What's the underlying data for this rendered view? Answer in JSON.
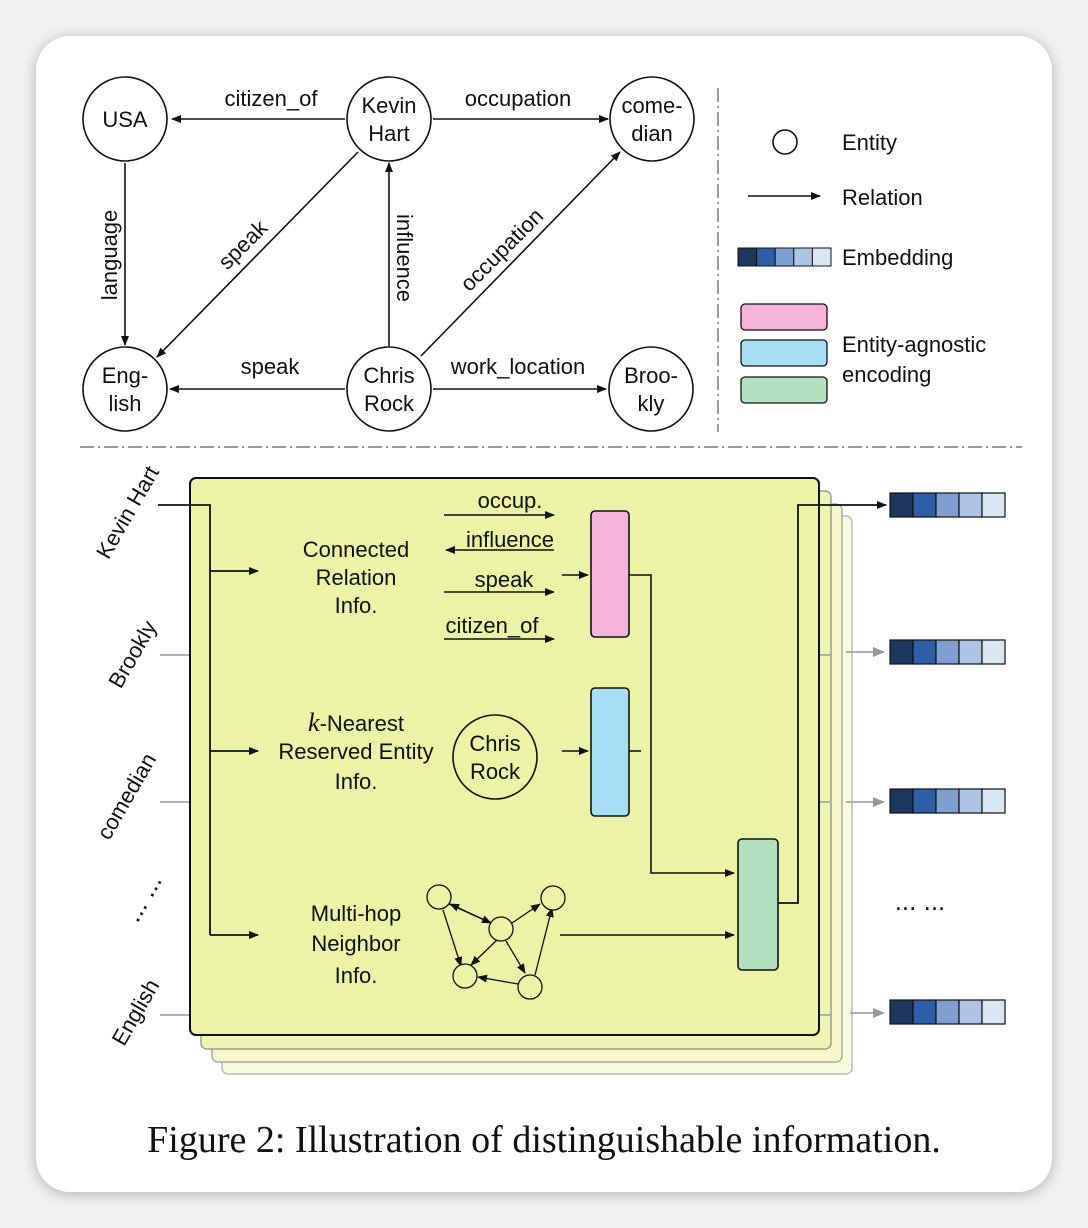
{
  "graph": {
    "nodes": {
      "usa": [
        "USA"
      ],
      "kevin_hart": [
        "Kevin",
        "Hart"
      ],
      "comedian": [
        "come-",
        "dian"
      ],
      "english": [
        "Eng-",
        "lish"
      ],
      "chris_rock": [
        "Chris",
        "Rock"
      ],
      "brooklyn": [
        "Broo-",
        "kly"
      ]
    },
    "edges": {
      "citizen_of": "citizen_of",
      "occupation_top": "occupation",
      "language": "language",
      "speak_diag": "speak",
      "influence": "influence",
      "occupation_diag": "occupation",
      "speak_bottom": "speak",
      "work_location": "work_location"
    }
  },
  "legend": {
    "entity": "Entity",
    "relation": "Relation",
    "embedding": "Embedding",
    "encoding": [
      "Entity-agnostic",
      "encoding"
    ],
    "colors": {
      "pink": "#f6b3d9",
      "blue": "#a8def4",
      "green": "#b3e1c0"
    }
  },
  "model": {
    "inputs": [
      "Kevin Hart",
      "Brookly",
      "comedian",
      "... ...",
      "English"
    ],
    "connected_relation": {
      "title": [
        "Connected",
        "Relation",
        "Info."
      ],
      "relations": [
        "occup.",
        "influence",
        "speak",
        "citizen_of"
      ]
    },
    "k_nearest": {
      "k": "k",
      "title_rest": "-Nearest",
      "title": [
        "Reserved Entity",
        "Info."
      ],
      "entity": [
        "Chris",
        "Rock"
      ]
    },
    "multi_hop": {
      "title": [
        "Multi-hop",
        "Neighbor",
        "Info."
      ]
    },
    "outputs_ellipsis": "... ...",
    "colors": {
      "panel": "#ebf3a6",
      "embedding_cells": [
        "#1d3660",
        "#2d5ea6",
        "#7f9fd0",
        "#aec4e5",
        "#dbe6f5"
      ]
    }
  },
  "caption": "Figure 2: Illustration of distinguishable information."
}
